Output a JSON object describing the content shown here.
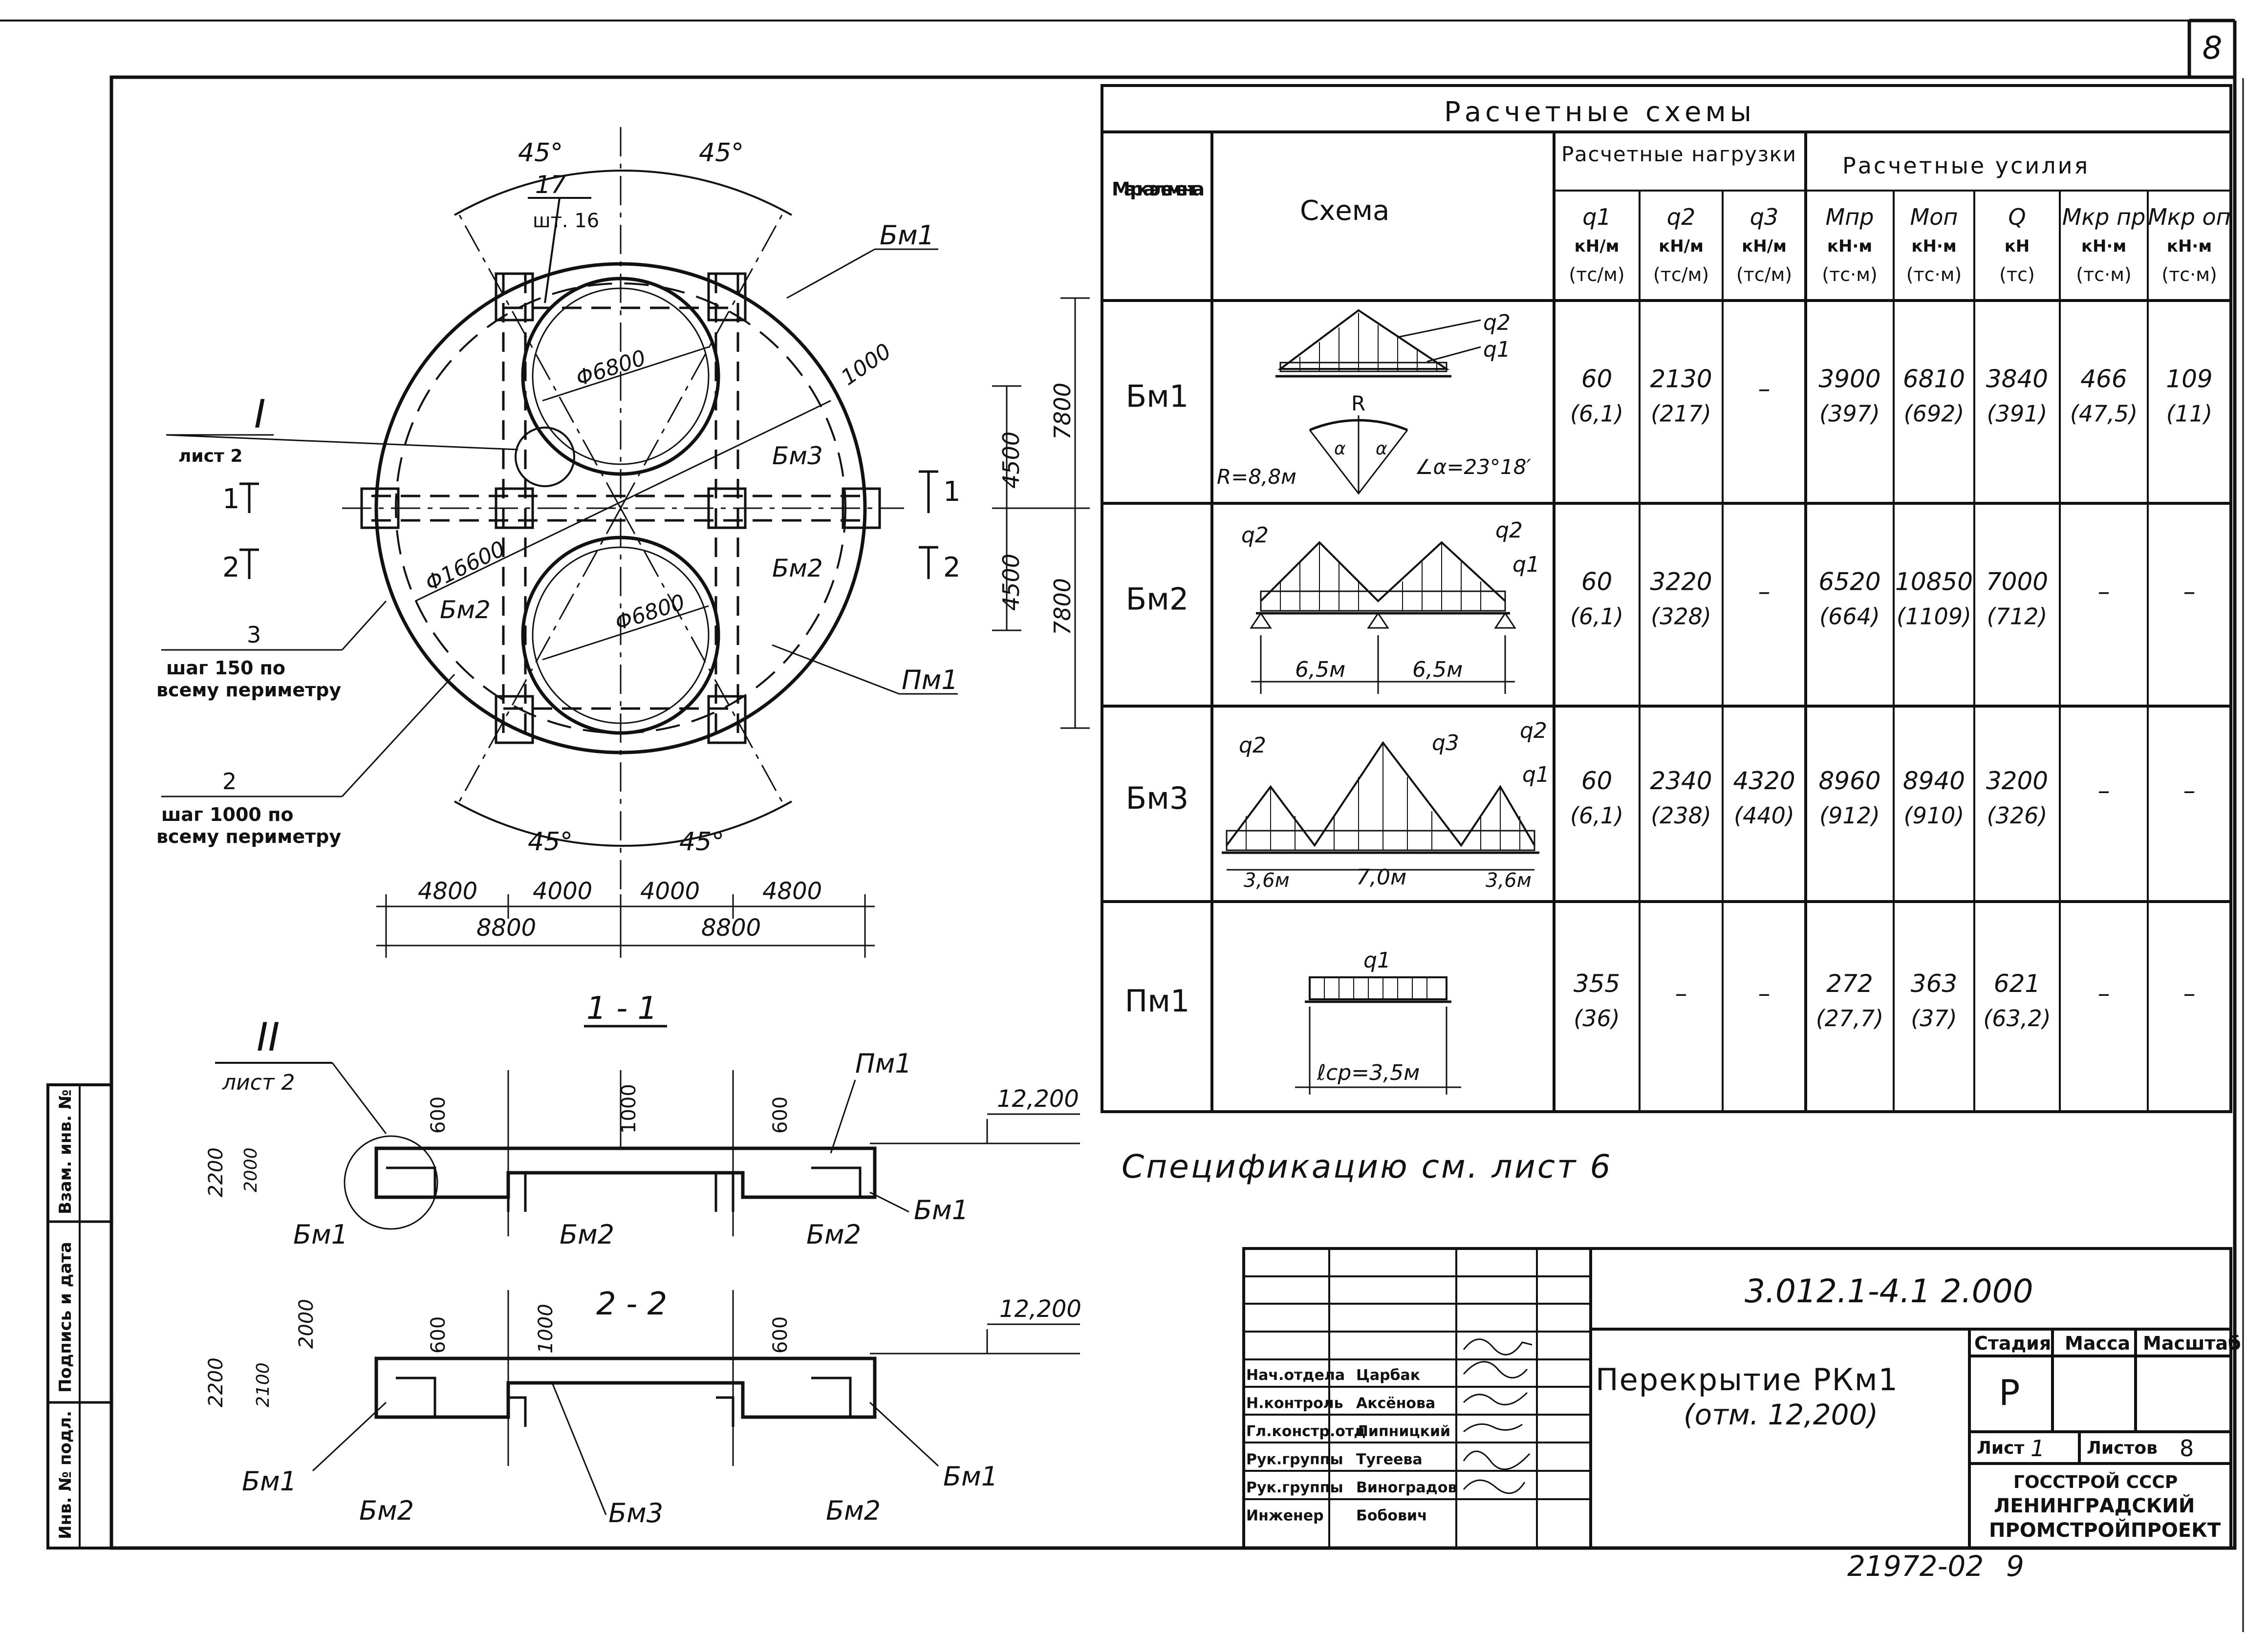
{
  "sheet": {
    "corner_number": "8",
    "bottom_code": "21972-02",
    "bottom_page": "9",
    "spec_note": "Спецификацию см. лист 6"
  },
  "side_stamp": {
    "cells": [
      "Инв. № подл.",
      "Подпись и дата",
      "Взам. инв. №"
    ]
  },
  "plan": {
    "angles": [
      "45°",
      "45°",
      "45°",
      "45°"
    ],
    "callout_17": "17",
    "callout_pcs": "шт. 16",
    "dia_top": "Φ6800",
    "dia_bottom": "Φ6800",
    "dia_outer": "Φ16600",
    "radius_1000": "1000",
    "dim_right": [
      "4500",
      "4500"
    ],
    "dim_right_outer": [
      "7800",
      "7800"
    ],
    "dim_bottom": [
      "4800",
      "4000",
      "4000",
      "4800"
    ],
    "dim_bottom_total": [
      "8800",
      "8800"
    ],
    "labels": {
      "bm1": "Бм1",
      "bm2_right": "Бм2",
      "bm2_left": "Бм2",
      "bm3": "Бм3",
      "pm1": "Пм1"
    },
    "node_ref": "I",
    "node_ref_sheet": "лист 2",
    "section_1": "1",
    "section_2": "2",
    "note_3_num": "3",
    "note_3_line1": "шаг 150 по",
    "note_3_line2": "всему периметру",
    "note_2_num": "2",
    "note_2_line1": "шаг 1000 по",
    "note_2_line2": "всему периметру"
  },
  "section_1_1": {
    "title": "1 - 1",
    "node_ref": "II",
    "node_ref_sheet": "лист 2",
    "elev": "12,200",
    "dims": [
      "600",
      "1000",
      "600",
      "2200",
      "2000"
    ],
    "labels": [
      "Пм1",
      "Бм1",
      "Бм1",
      "Бм2",
      "Бм2"
    ]
  },
  "section_2_2": {
    "title": "2 - 2",
    "elev": "12,200",
    "dims": [
      "2000",
      "600",
      "1000",
      "600",
      "2200",
      "2100"
    ],
    "labels": [
      "Бм1",
      "Бм2",
      "Бм3",
      "Бм2",
      "Бм1"
    ]
  },
  "calc_table": {
    "title": "Расчетные схемы",
    "h_mark": "Марка элемента",
    "h_scheme": "Схема",
    "h_loads": "Расчетные нагрузки",
    "h_forces": "Расчетные усилия",
    "cols": [
      {
        "sym": "q1",
        "u1": "кН/м",
        "u2": "(тс/м)"
      },
      {
        "sym": "q2",
        "u1": "кН/м",
        "u2": "(тс/м)"
      },
      {
        "sym": "q3",
        "u1": "кН/м",
        "u2": "(тс/м)"
      },
      {
        "sym": "Мпр",
        "u1": "кН·м",
        "u2": "(тс·м)"
      },
      {
        "sym": "Моп",
        "u1": "кН·м",
        "u2": "(тс·м)"
      },
      {
        "sym": "Q",
        "u1": "кН",
        "u2": "(тс)"
      },
      {
        "sym": "Мкр пр",
        "u1": "кН·м",
        "u2": "(тс·м)"
      },
      {
        "sym": "Мкр оп",
        "u1": "кН·м",
        "u2": "(тс·м)"
      }
    ],
    "rows": [
      {
        "mark": "Бм1",
        "vals": [
          [
            "60",
            "(6,1)"
          ],
          [
            "2130",
            "(217)"
          ],
          [
            "–",
            ""
          ],
          [
            "3900",
            "(397)"
          ],
          [
            "6810",
            "(692)"
          ],
          [
            "3840",
            "(391)"
          ],
          [
            "466",
            "(47,5)"
          ],
          [
            "109",
            "(11)"
          ]
        ],
        "scheme": {
          "q2": "q2",
          "q1": "q1",
          "R": "R",
          "r_note": "R=8,8м",
          "angle": "∠α=23°18′",
          "alpha": "α"
        }
      },
      {
        "mark": "Бм2",
        "vals": [
          [
            "60",
            "(6,1)"
          ],
          [
            "3220",
            "(328)"
          ],
          [
            "–",
            ""
          ],
          [
            "6520",
            "(664)"
          ],
          [
            "10850",
            "(1109)"
          ],
          [
            "7000",
            "(712)"
          ],
          [
            "–",
            ""
          ],
          [
            "–",
            ""
          ]
        ],
        "scheme": {
          "q2a": "q2",
          "q2b": "q2",
          "q1": "q1",
          "span1": "6,5м",
          "span2": "6,5м"
        }
      },
      {
        "mark": "Бм3",
        "vals": [
          [
            "60",
            "(6,1)"
          ],
          [
            "2340",
            "(238)"
          ],
          [
            "4320",
            "(440)"
          ],
          [
            "8960",
            "(912)"
          ],
          [
            "8940",
            "(910)"
          ],
          [
            "3200",
            "(326)"
          ],
          [
            "–",
            ""
          ],
          [
            "–",
            ""
          ]
        ],
        "scheme": {
          "q2a": "q2",
          "q3": "q3",
          "q2b": "q2",
          "q1": "q1",
          "span1": "3,6м",
          "span2": "7,0м",
          "span3": "3,6м"
        }
      },
      {
        "mark": "Пм1",
        "vals": [
          [
            "355",
            "(36)"
          ],
          [
            "–",
            ""
          ],
          [
            "–",
            ""
          ],
          [
            "272",
            "(27,7)"
          ],
          [
            "363",
            "(37)"
          ],
          [
            "621",
            "(63,2)"
          ],
          [
            "–",
            ""
          ],
          [
            "–",
            ""
          ]
        ],
        "scheme": {
          "q1": "q1",
          "span": "ℓср=3,5м"
        }
      }
    ]
  },
  "title_block": {
    "doc_code": "3.012.1-4.1 2.000",
    "title_line1": "Перекрытие РКм1",
    "title_line2": "(отм. 12,200)",
    "h_stage": "Стадия",
    "h_mass": "Масса",
    "h_scale": "Масштаб",
    "stage": "Р",
    "sheet_label": "Лист",
    "sheet_no": "1",
    "sheets_label": "Листов",
    "sheets_total": "8",
    "org_line1": "ГОССТРОЙ СССР",
    "org_line2": "ЛЕНИНГРАДСКИЙ",
    "org_line3": "ПРОМСТРОЙПРОЕКТ",
    "staff": [
      {
        "role": "Нач.отдела",
        "name": "Царбак"
      },
      {
        "role": "Н.контроль",
        "name": "Аксёнова"
      },
      {
        "role": "Гл.констр.отд",
        "name": "Липницкий"
      },
      {
        "role": "Рук.группы",
        "name": "Тугеева"
      },
      {
        "role": "Рук.группы",
        "name": "Виноградов"
      },
      {
        "role": "Инженер",
        "name": "Бобович"
      }
    ]
  }
}
